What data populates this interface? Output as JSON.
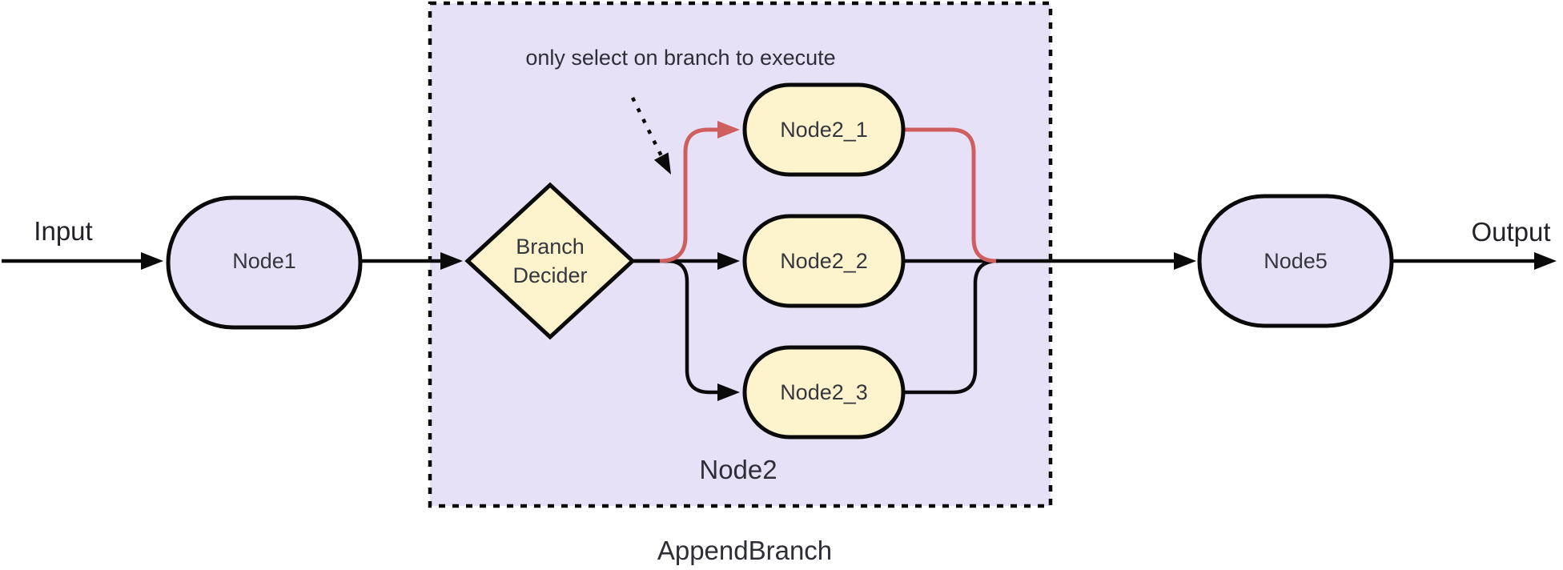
{
  "diagram": {
    "io": {
      "input_label": "Input",
      "output_label": "Output"
    },
    "nodes": {
      "node1": "Node1",
      "branch_decider_line1": "Branch",
      "branch_decider_line2": "Decider",
      "node2_1": "Node2_1",
      "node2_2": "Node2_2",
      "node2_3": "Node2_3",
      "node5": "Node5"
    },
    "group": {
      "inner_label": "Node2",
      "outer_label": "AppendBranch"
    },
    "annotation": {
      "text": "only select on branch to execute"
    },
    "colors": {
      "lavender_fill": "#e7e1f8",
      "cream_fill": "#fdf3cd",
      "selected_branch_stroke": "#cf5f5e",
      "edge_stroke": "#0a0a0a",
      "text_color": "#2e2e38"
    },
    "edges": [
      {
        "from": "Input",
        "to": "Node1"
      },
      {
        "from": "Node1",
        "to": "Branch Decider"
      },
      {
        "from": "Branch Decider",
        "to": "Node2_1",
        "style": "selected"
      },
      {
        "from": "Branch Decider",
        "to": "Node2_2"
      },
      {
        "from": "Branch Decider",
        "to": "Node2_3"
      },
      {
        "from": "Node2_1",
        "to": "Node5",
        "style": "selected"
      },
      {
        "from": "Node2_2",
        "to": "Node5"
      },
      {
        "from": "Node2_3",
        "to": "Node5"
      },
      {
        "from": "Node5",
        "to": "Output"
      }
    ]
  }
}
